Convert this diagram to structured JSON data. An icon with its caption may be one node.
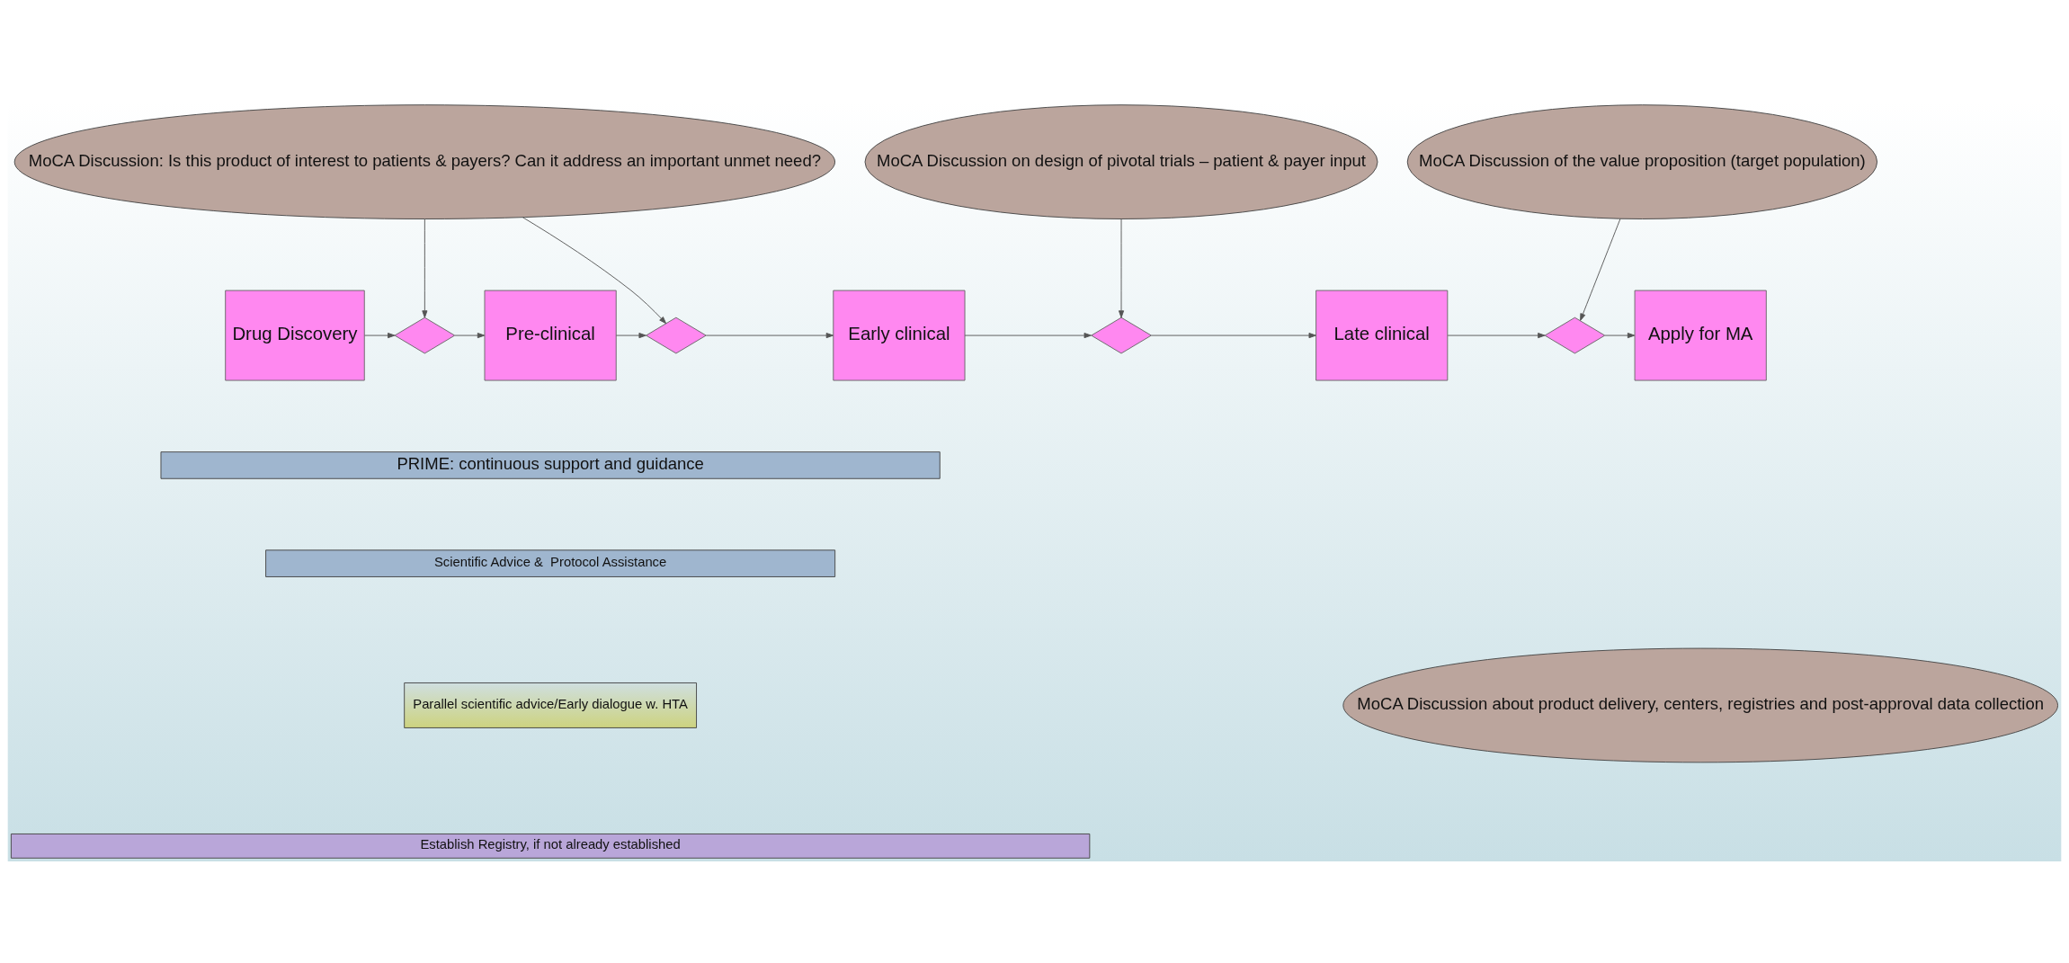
{
  "diagram": {
    "nodes": [
      {
        "text": [
          "MoCA Discussion: Is this product of interest to patients & payers? Can it address an important unmet need?"
        ]
      },
      {
        "text": [
          "MoCA Discussion on design of pivotal trials – patient & payer input"
        ]
      },
      {
        "text": [
          "MoCA Discussion of the value proposition (target population)"
        ]
      },
      {
        "text": [
          "Drug Discovery"
        ]
      },
      {
        "text": [],
        "shape": "diamond"
      },
      {
        "text": [
          "Pre-clinical"
        ]
      },
      {
        "text": [],
        "shape": "diamond"
      },
      {
        "text": [
          "Early clinical"
        ]
      },
      {
        "text": [],
        "shape": "diamond"
      },
      {
        "text": [
          "Late clinical"
        ]
      },
      {
        "text": [],
        "shape": "diamond"
      },
      {
        "text": [
          "Apply for MA"
        ]
      },
      {
        "text": [
          "PRIME: continuous support and guidance"
        ]
      },
      {
        "text": [
          "Scientific Advice &  Protocol Assistance"
        ]
      },
      {
        "text": [
          "Parallel scientific advice/Early dialogue w. HTA"
        ]
      },
      {
        "text": [
          "MoCA Discussion about product delivery, centers, registries and post-approval data collection"
        ]
      },
      {
        "text": [
          "Establish Registry, if not already established"
        ]
      }
    ],
    "edges": [
      {
        "from": 3,
        "to": 4,
        "arrow": "to"
      },
      {
        "from": 4,
        "to": 5,
        "arrow": "to"
      },
      {
        "from": 5,
        "to": 6,
        "arrow": "to"
      },
      {
        "from": 6,
        "to": 7,
        "arrow": "to"
      },
      {
        "from": 7,
        "to": 8,
        "arrow": "to"
      },
      {
        "from": 8,
        "to": 9,
        "arrow": "to"
      },
      {
        "from": 9,
        "to": 10,
        "arrow": "to"
      },
      {
        "from": 10,
        "to": 11,
        "arrow": "to"
      },
      {
        "from": 0,
        "to": 4,
        "arrow": "to"
      },
      {
        "from": 0,
        "to": 6,
        "arrow": "to"
      },
      {
        "from": 1,
        "to": 8,
        "arrow": "to"
      },
      {
        "from": 2,
        "to": 10,
        "arrow": "to"
      }
    ]
  }
}
